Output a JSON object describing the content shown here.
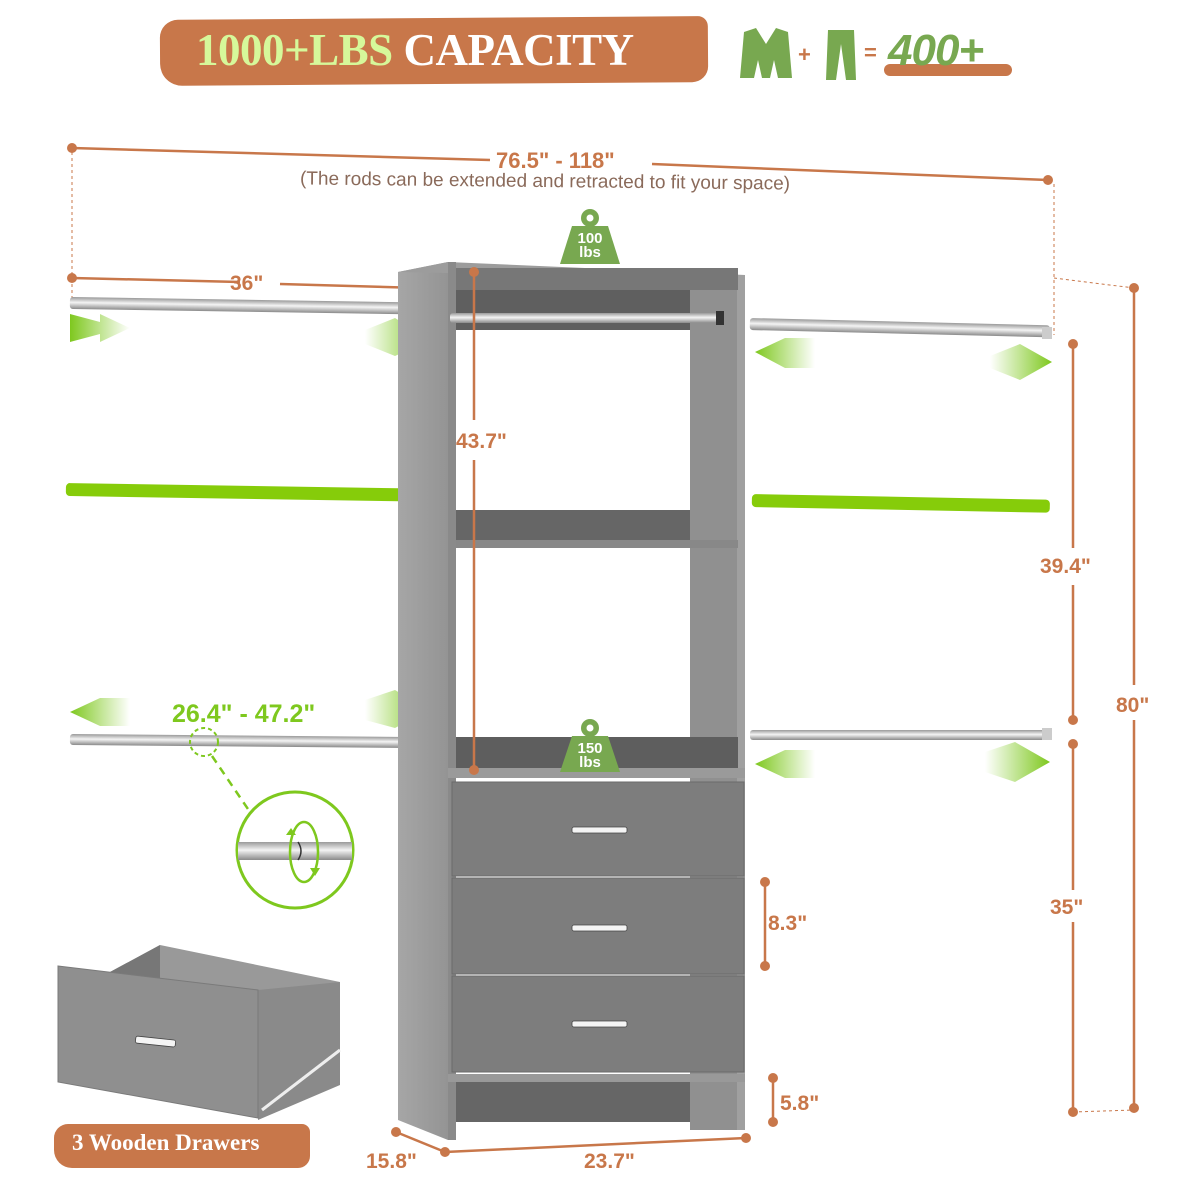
{
  "header": {
    "capacity_part1": "1000+LBS",
    "capacity_part2": "CAPACITY",
    "plus": "+",
    "equals": "=",
    "total_garments": "400+",
    "icons": [
      "suit-jacket-icon",
      "pants-icon"
    ]
  },
  "overall_width": {
    "label": "76.5\" - 118\"",
    "note": "(The rods can be extended and retracted to fit your space)"
  },
  "top_rod": {
    "length_label": "36\""
  },
  "lower_rod": {
    "range_label": "26.4\" - 47.2\""
  },
  "weights": {
    "top_shelf": {
      "value": "100",
      "unit": "lbs"
    },
    "middle_shelf": {
      "value": "150",
      "unit": "lbs"
    }
  },
  "dimensions": {
    "tower_upper_height": "43.7\"",
    "rod_spacing": "39.4\"",
    "total_height": "80\"",
    "lower_rod_height": "35\"",
    "drawer_height": "8.3\"",
    "base_height": "5.8\"",
    "depth": "15.8\"",
    "width": "23.7\""
  },
  "drawers_badge": {
    "label": "3 Wooden Drawers"
  },
  "colors": {
    "accent_orange": "#c8774a",
    "accent_green": "#7ec81e",
    "weight_green": "#78a850",
    "cabinet_gray": "#8e8e8e"
  }
}
